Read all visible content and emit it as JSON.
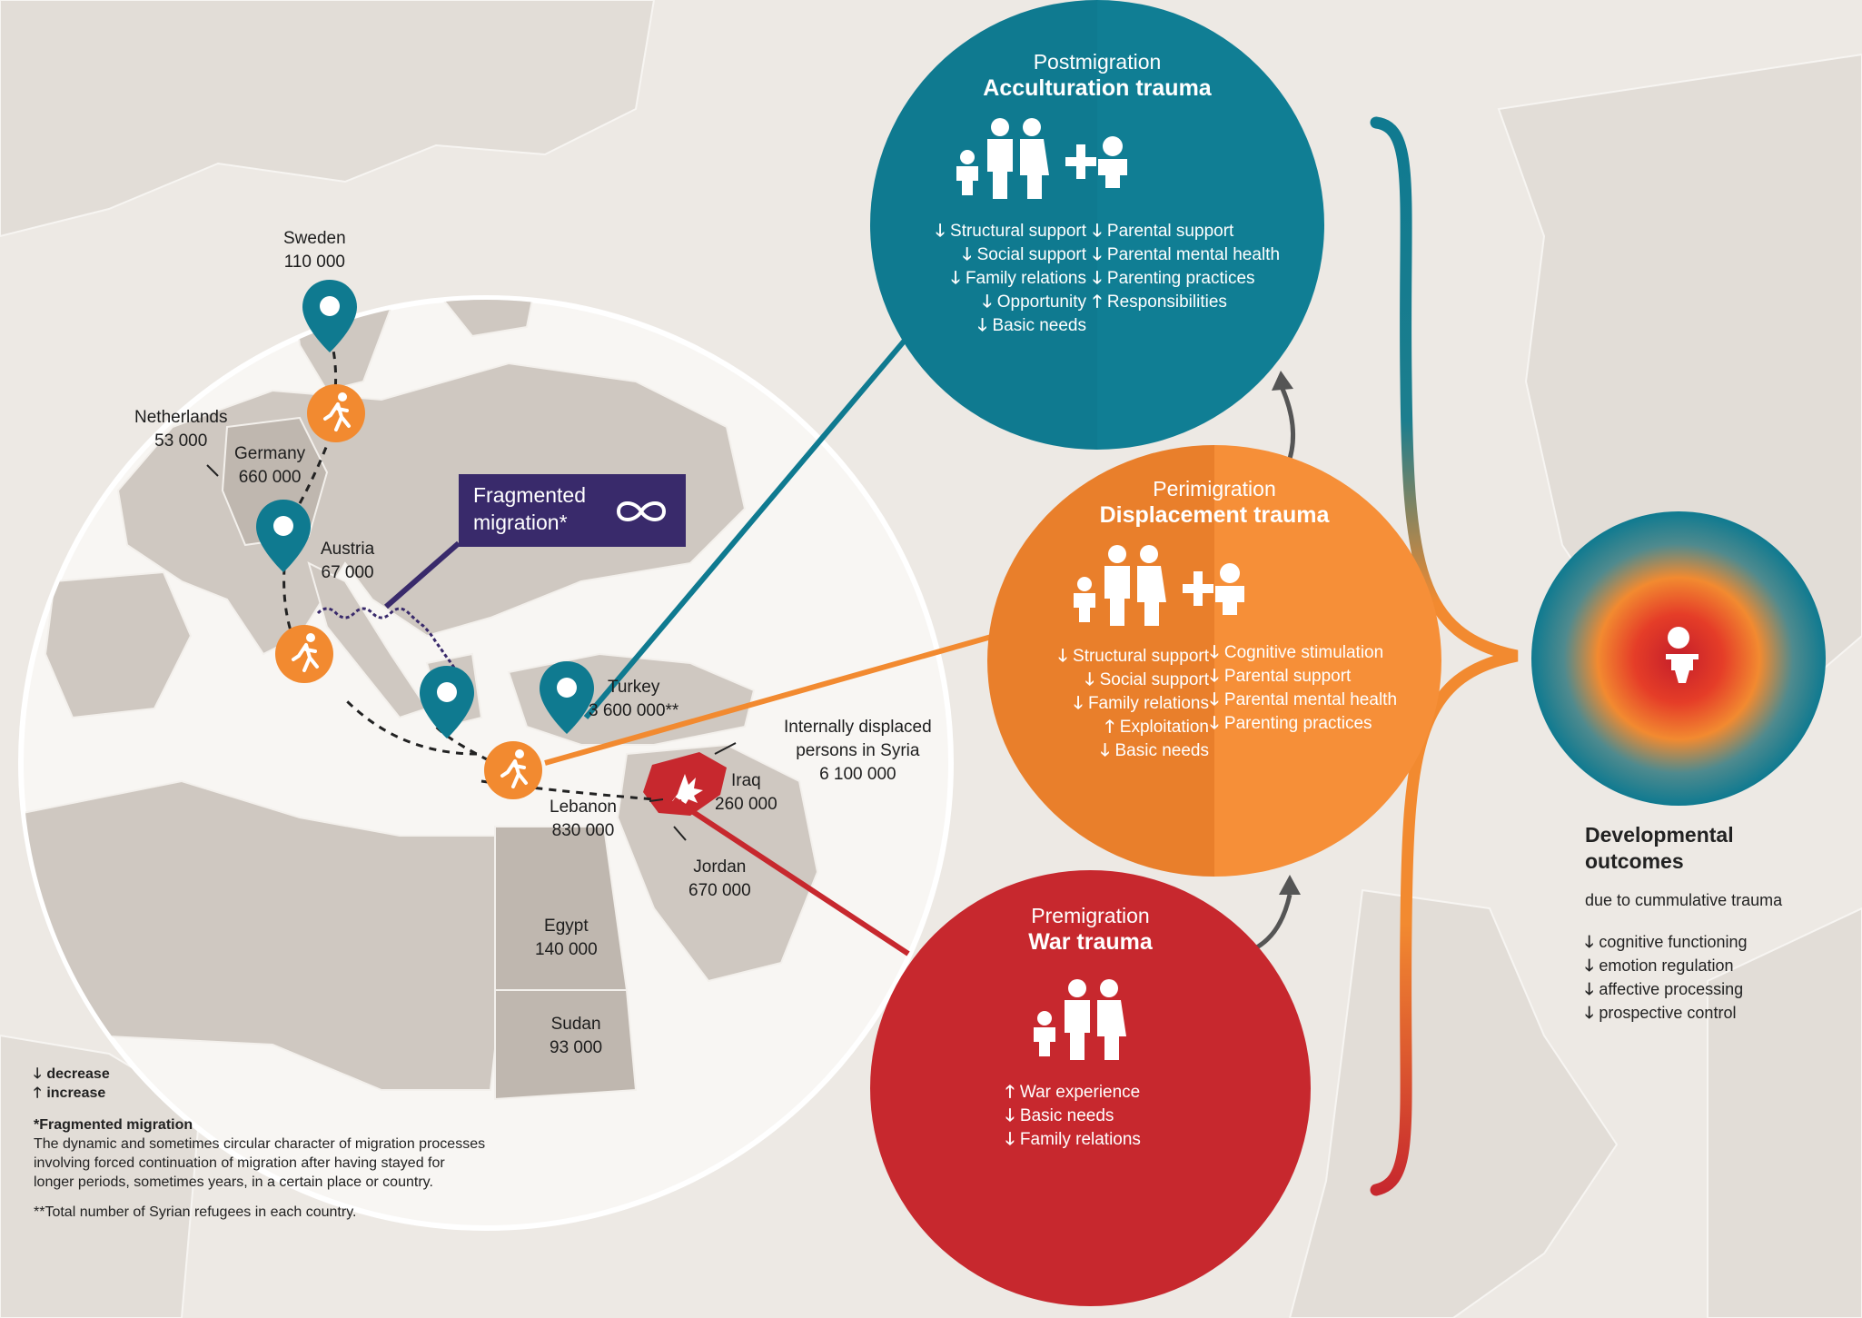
{
  "colors": {
    "teal": "#0f7a90",
    "orange": "#f28a30",
    "red": "#c7282e",
    "purple": "#392a6b",
    "map_land": "#cfc8c1",
    "bg": "#ede9e4"
  },
  "map_labels": [
    {
      "id": "sweden",
      "lines": [
        "Sweden",
        "110 000"
      ]
    },
    {
      "id": "netherlands",
      "lines": [
        "Netherlands",
        "53 000"
      ]
    },
    {
      "id": "germany",
      "lines": [
        "Germany",
        "660 000"
      ]
    },
    {
      "id": "austria",
      "lines": [
        "Austria",
        "67 000"
      ]
    },
    {
      "id": "turkey",
      "lines": [
        "Turkey",
        "3 600 000**"
      ]
    },
    {
      "id": "idp",
      "lines": [
        "Internally displaced",
        "persons in Syria",
        "6 100 000"
      ]
    },
    {
      "id": "iraq",
      "lines": [
        "Iraq",
        "260 000"
      ]
    },
    {
      "id": "lebanon",
      "lines": [
        "Lebanon",
        "830 000"
      ]
    },
    {
      "id": "jordan",
      "lines": [
        "Jordan",
        "670 000"
      ]
    },
    {
      "id": "egypt",
      "lines": [
        "Egypt",
        "140 000"
      ]
    },
    {
      "id": "sudan",
      "lines": [
        "Sudan",
        "93 000"
      ]
    }
  ],
  "fragmented": {
    "line1": "Fragmented",
    "line2": "migration*",
    "icon": "infinity-icon"
  },
  "icons": {
    "pin": "location-pin-icon",
    "walker": "walking-person-icon",
    "explosion": "explosion-icon",
    "family": "family-icon",
    "baby": "baby-icon",
    "plus": "plus-icon"
  },
  "post": {
    "subtitle": "Postmigration",
    "title": "Acculturation trauma",
    "left": [
      {
        "dir": "down",
        "text": "Structural support"
      },
      {
        "dir": "down",
        "text": "Social support"
      },
      {
        "dir": "down",
        "text": "Family relations"
      },
      {
        "dir": "down",
        "text": "Opportunity"
      },
      {
        "dir": "down",
        "text": "Basic needs"
      }
    ],
    "right": [
      {
        "dir": "down",
        "text": "Parental support"
      },
      {
        "dir": "down",
        "text": "Parental mental health"
      },
      {
        "dir": "down",
        "text": "Parenting practices"
      },
      {
        "dir": "up",
        "text": "Responsibilities"
      }
    ]
  },
  "peri": {
    "subtitle": "Perimigration",
    "title": "Displacement trauma",
    "left": [
      {
        "dir": "down",
        "text": "Structural support"
      },
      {
        "dir": "down",
        "text": "Social support"
      },
      {
        "dir": "down",
        "text": "Family relations"
      },
      {
        "dir": "up",
        "text": "Exploitation"
      },
      {
        "dir": "down",
        "text": "Basic needs"
      }
    ],
    "right": [
      {
        "dir": "down",
        "text": "Cognitive stimulation"
      },
      {
        "dir": "down",
        "text": "Parental support"
      },
      {
        "dir": "down",
        "text": "Parental mental health"
      },
      {
        "dir": "down",
        "text": "Parenting practices"
      }
    ]
  },
  "pre": {
    "subtitle": "Premigration",
    "title": "War trauma",
    "items": [
      {
        "dir": "up",
        "text": "War experience"
      },
      {
        "dir": "down",
        "text": "Basic needs"
      },
      {
        "dir": "down",
        "text": "Family relations"
      }
    ]
  },
  "dev": {
    "title_line1": "Developmental",
    "title_line2": "outcomes",
    "subtitle": "due to cummulative trauma",
    "items": [
      {
        "dir": "down",
        "text": "cognitive functioning"
      },
      {
        "dir": "down",
        "text": "emotion regulation"
      },
      {
        "dir": "down",
        "text": "affective processing"
      },
      {
        "dir": "down",
        "text": "prospective control"
      }
    ]
  },
  "legend": {
    "decrease": "decrease",
    "increase": "increase",
    "frag_title": "*Fragmented migration",
    "frag_text": [
      "The dynamic and sometimes circular character of migration processes",
      "involving forced continuation of migration after having stayed for",
      "longer periods, sometimes years, in a certain place or country."
    ],
    "note": "**Total number of Syrian refugees in each country."
  },
  "arrow_glyphs": {
    "down": "🡓",
    "up": "🡑"
  }
}
